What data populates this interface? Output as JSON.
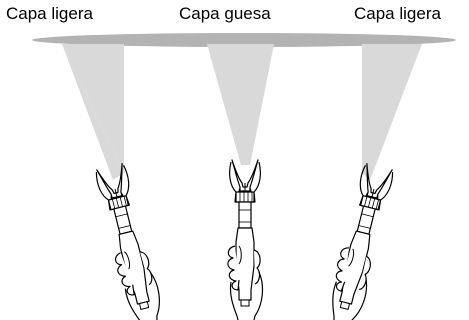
{
  "labels": {
    "left": "Capa ligera",
    "center": "Capa guesa",
    "right": "Capa ligera"
  },
  "colors": {
    "coating_band": "#b3b3b3",
    "spray_fan": "#d9d9d9",
    "outline": "#000000",
    "background": "#ffffff"
  },
  "icons": [
    "spray-gun-icon",
    "hand-icon"
  ]
}
